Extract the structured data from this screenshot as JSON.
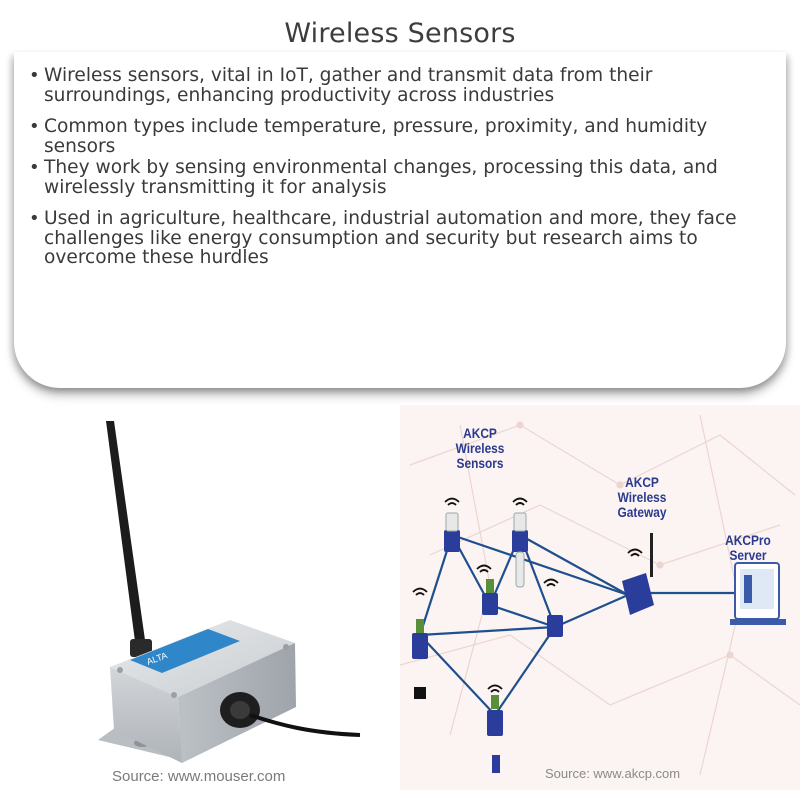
{
  "title": "Wireless Sensors",
  "bullets": [
    "Wireless sensors, vital in IoT, gather and transmit data from their surroundings, enhancing productivity across industries",
    "Common types include temperature, pressure, proximity, and humidity sensors",
    "They work by sensing environmental changes, processing this data, and wirelessly transmitting it for analysis",
    "Used in agriculture, healthcare, industrial automation and more, they face challenges like energy consumption and security but research aims to overcome these hurdles"
  ],
  "images": {
    "left": {
      "caption": "Source: www.mouser.com",
      "icon": "wireless-sensor-device"
    },
    "right": {
      "caption": "Source: www.akcp.com",
      "labels": {
        "sensors": "AKCP\nWireless Sensors",
        "gateway": "AKCP\nWireless Gateway",
        "server": "AKCPro Server"
      },
      "icon": "network-diagram"
    }
  },
  "colors": {
    "title": "#3d3d3d",
    "text": "#3a3a3a",
    "diagram_blue": "#2b3a8f",
    "line_blue": "#1f4f8f"
  }
}
